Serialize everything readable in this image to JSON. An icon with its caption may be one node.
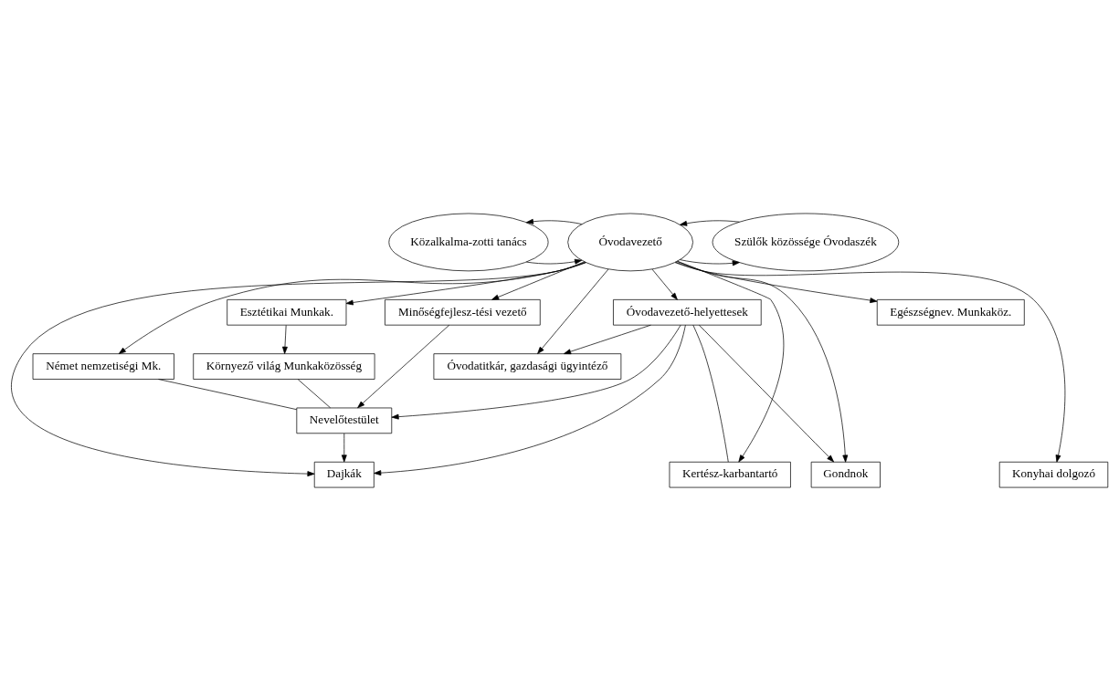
{
  "diagram": {
    "nodes": [
      {
        "text": [
          "Közalkalma-zotti tanács"
        ]
      },
      {
        "text": [
          "Óvodavezető"
        ]
      },
      {
        "text": [
          "Szülők közössége Óvodaszék"
        ]
      },
      {
        "text": [
          "Óvodavezető-helyettesek"
        ]
      },
      {
        "text": [
          "Minőségfejlesz-tési vezető"
        ]
      },
      {
        "text": [
          "Egészségnev. Munkaköz."
        ]
      },
      {
        "text": [
          "Esztétikai Munkak."
        ]
      },
      {
        "text": [
          "Német nemzetiségi Mk."
        ]
      },
      {
        "text": [
          "Környező világ Munkaközösség"
        ]
      },
      {
        "text": [
          "Óvodatitkár, gazdasági ügyintéző"
        ]
      },
      {
        "text": [
          "Nevelőtestület"
        ]
      },
      {
        "text": [
          "Kertész-karbantartó"
        ]
      },
      {
        "text": [
          "Dajkák"
        ]
      },
      {
        "text": [
          "Gondnok"
        ]
      },
      {
        "text": [
          "Konyhai dolgozó"
        ]
      }
    ],
    "edges": [
      {
        "from": 0,
        "to": 1,
        "arrow": "to"
      },
      {
        "from": 1,
        "to": 0,
        "arrow": "to"
      },
      {
        "from": 1,
        "to": 2,
        "arrow": "to"
      },
      {
        "from": 2,
        "to": 1,
        "arrow": "to"
      },
      {
        "from": 1,
        "to": 9,
        "arrow": "to"
      },
      {
        "from": 1,
        "to": 3,
        "arrow": "to"
      },
      {
        "from": 1,
        "to": 4,
        "arrow": "to"
      },
      {
        "from": 1,
        "to": 7,
        "arrow": "to"
      },
      {
        "from": 1,
        "to": 5,
        "arrow": "to"
      },
      {
        "from": 1,
        "to": 6,
        "arrow": "to"
      },
      {
        "from": 6,
        "to": 8,
        "arrow": "to"
      },
      {
        "from": 1,
        "to": 11,
        "arrow": "to"
      },
      {
        "from": 1,
        "to": 12,
        "arrow": "to"
      },
      {
        "from": 1,
        "to": 13,
        "arrow": "to"
      },
      {
        "from": 1,
        "to": 14,
        "arrow": "to"
      },
      {
        "from": 3,
        "to": 9,
        "arrow": "to"
      },
      {
        "from": 3,
        "to": 11,
        "arrow": "none"
      },
      {
        "from": 3,
        "to": 12,
        "arrow": "to"
      },
      {
        "from": 3,
        "to": 13,
        "arrow": "to"
      },
      {
        "from": 3,
        "to": 10,
        "arrow": "to"
      },
      {
        "from": 4,
        "to": 10,
        "arrow": "to"
      },
      {
        "from": 7,
        "to": 10,
        "arrow": "none"
      },
      {
        "from": 8,
        "to": 10,
        "arrow": "none"
      },
      {
        "from": 10,
        "to": 12,
        "arrow": "to"
      }
    ]
  }
}
